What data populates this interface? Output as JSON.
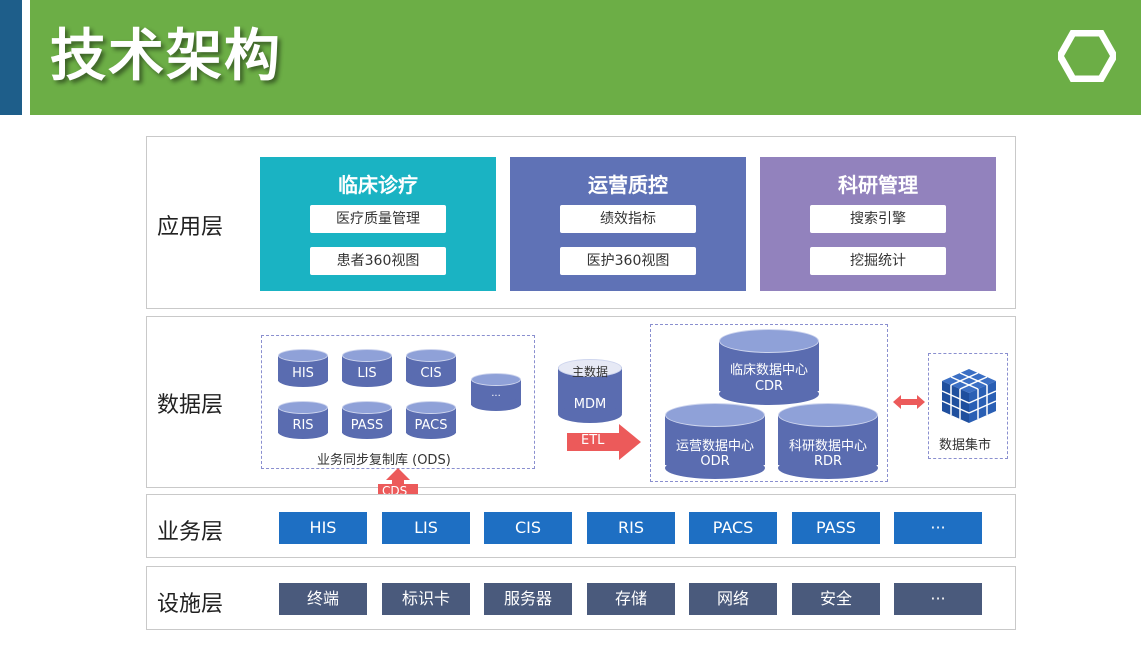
{
  "header": {
    "title": "技术架构"
  },
  "layers": {
    "app": {
      "label": "应用层",
      "boxes": [
        {
          "title": "临床诊疗",
          "items": [
            "医疗质量管理",
            "患者360视图"
          ],
          "color": "#1ab3c3"
        },
        {
          "title": "运营质控",
          "items": [
            "绩效指标",
            "医护360视图"
          ],
          "color": "#5f72b6"
        },
        {
          "title": "科研管理",
          "items": [
            "搜索引擎",
            "挖掘统计"
          ],
          "color": "#9282bd"
        }
      ]
    },
    "data": {
      "label": "数据层",
      "ods_cylinders": [
        "HIS",
        "LIS",
        "CIS",
        "RIS",
        "PASS",
        "PACS",
        "..."
      ],
      "ods_label": "业务同步复制库 (ODS)",
      "cds_label": "CDS",
      "mdm": {
        "title": "主数据",
        "sub": "MDM"
      },
      "etl_label": "ETL",
      "cdr": {
        "title": "临床数据中心",
        "sub": "CDR"
      },
      "odr": {
        "title": "运营数据中心",
        "sub": "ODR"
      },
      "rdr": {
        "title": "科研数据中心",
        "sub": "RDR"
      },
      "mart_label": "数据集市"
    },
    "business": {
      "label": "业务层",
      "items": [
        "HIS",
        "LIS",
        "CIS",
        "RIS",
        "PACS",
        "PASS",
        "···"
      ]
    },
    "infra": {
      "label": "设施层",
      "items": [
        "终端",
        "标识卡",
        "服务器",
        "存储",
        "网络",
        "安全",
        "···"
      ]
    }
  },
  "colors": {
    "header_green": "#6cae46",
    "header_blue": "#1e5e8a",
    "cylinder": "#5a6cb0",
    "business_blue": "#1e6fc3",
    "infra_gray": "#4a5a7c",
    "arrow_red": "#ec5a5a"
  }
}
